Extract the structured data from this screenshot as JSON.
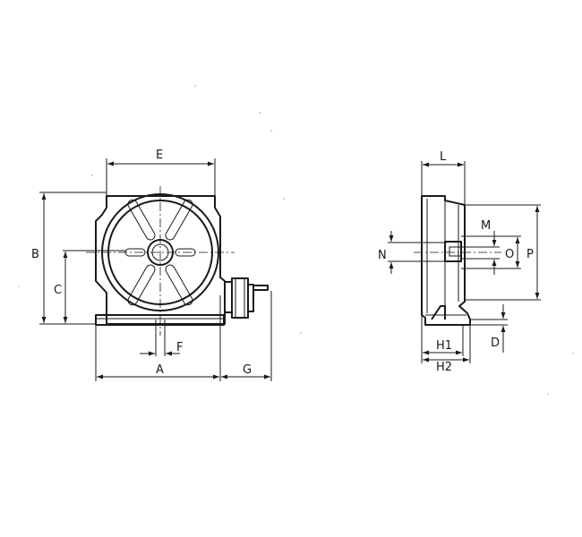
{
  "front_view": {
    "labels": {
      "A": "A",
      "B": "B",
      "C": "C",
      "E": "E",
      "F": "F",
      "G": "G"
    }
  },
  "side_view": {
    "labels": {
      "L": "L",
      "M": "M",
      "N": "N",
      "O": "O",
      "P": "P",
      "D": "D",
      "H1": "H1",
      "H2": "H2"
    }
  }
}
